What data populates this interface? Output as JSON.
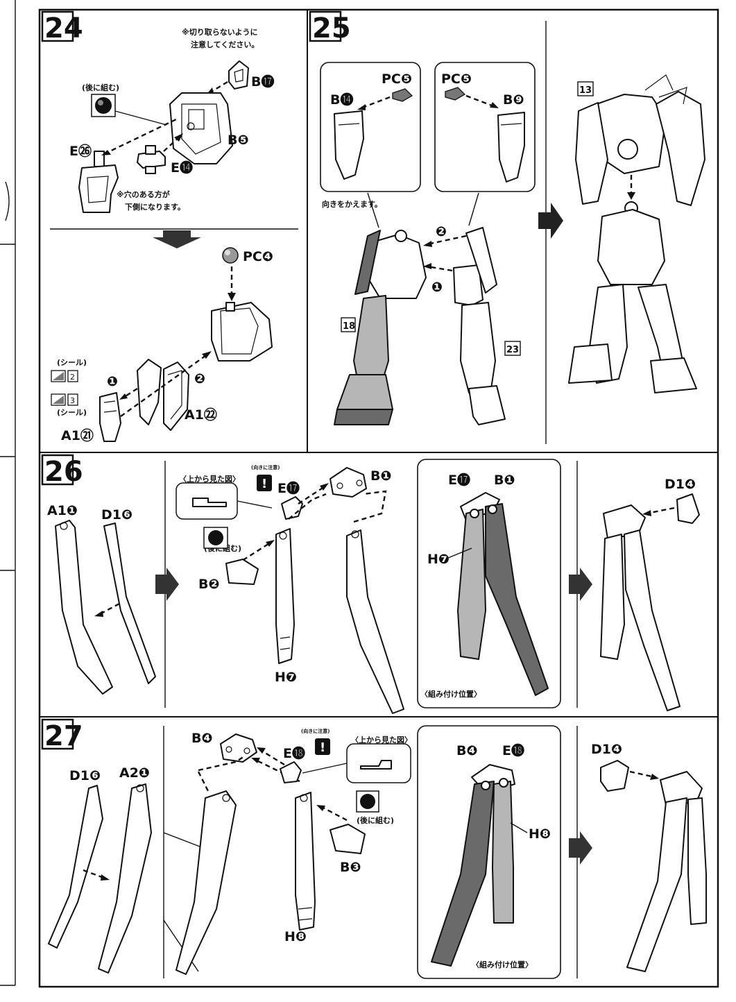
{
  "steps": [
    {
      "number": "24",
      "notes": {
        "no_cut": "※切り取らないように\n注意してください。",
        "hole_down": "※穴のある方が\n下側になります。"
      },
      "later": "(後に組む)",
      "seal": "(シール)",
      "parts": {
        "b17": "B⓱",
        "b5": "B❺",
        "e26": "E㉖",
        "e14": "E⓮",
        "pc4": "PC❹",
        "a121": "A1㉑",
        "a122": "A1㉒"
      },
      "sticker_numbers": [
        "2",
        "3"
      ],
      "order_marks": [
        "❶",
        "❷"
      ]
    },
    {
      "number": "25",
      "parts": {
        "pc5_left": "PC❺",
        "b14": "B⓮",
        "pc5_right": "PC❺",
        "b9": "B❾"
      },
      "notes": {
        "flip": "向きをかえます。"
      },
      "refs": [
        "18",
        "23",
        "13"
      ],
      "order_marks": [
        "❷",
        "❶"
      ]
    },
    {
      "number": "26",
      "parts": {
        "a11": "A1❶",
        "d16": "D1❻",
        "e17": "E⓱",
        "b1": "B❶",
        "b2": "B❷",
        "h7": "H❼",
        "d14": "D1❹"
      },
      "notes": {
        "direction": "(向きに注意)",
        "topview": "〈上から見た図〉",
        "later": "(後に組む)",
        "position": "〈組み付け位置〉"
      }
    },
    {
      "number": "27",
      "parts": {
        "d16": "D1❻",
        "a21": "A2❶",
        "b4": "B❹",
        "e18": "E⓲",
        "b3": "B❸",
        "h8": "H❽",
        "d14": "D1❹"
      },
      "notes": {
        "direction": "(向きに注意)",
        "topview": "〈上から見た図〉",
        "later": "(後に組む)",
        "position": "〈組み付け位置〉"
      }
    }
  ],
  "icons": [
    "caution-icon",
    "later-assembly-icon",
    "flow-arrow-icon"
  ]
}
